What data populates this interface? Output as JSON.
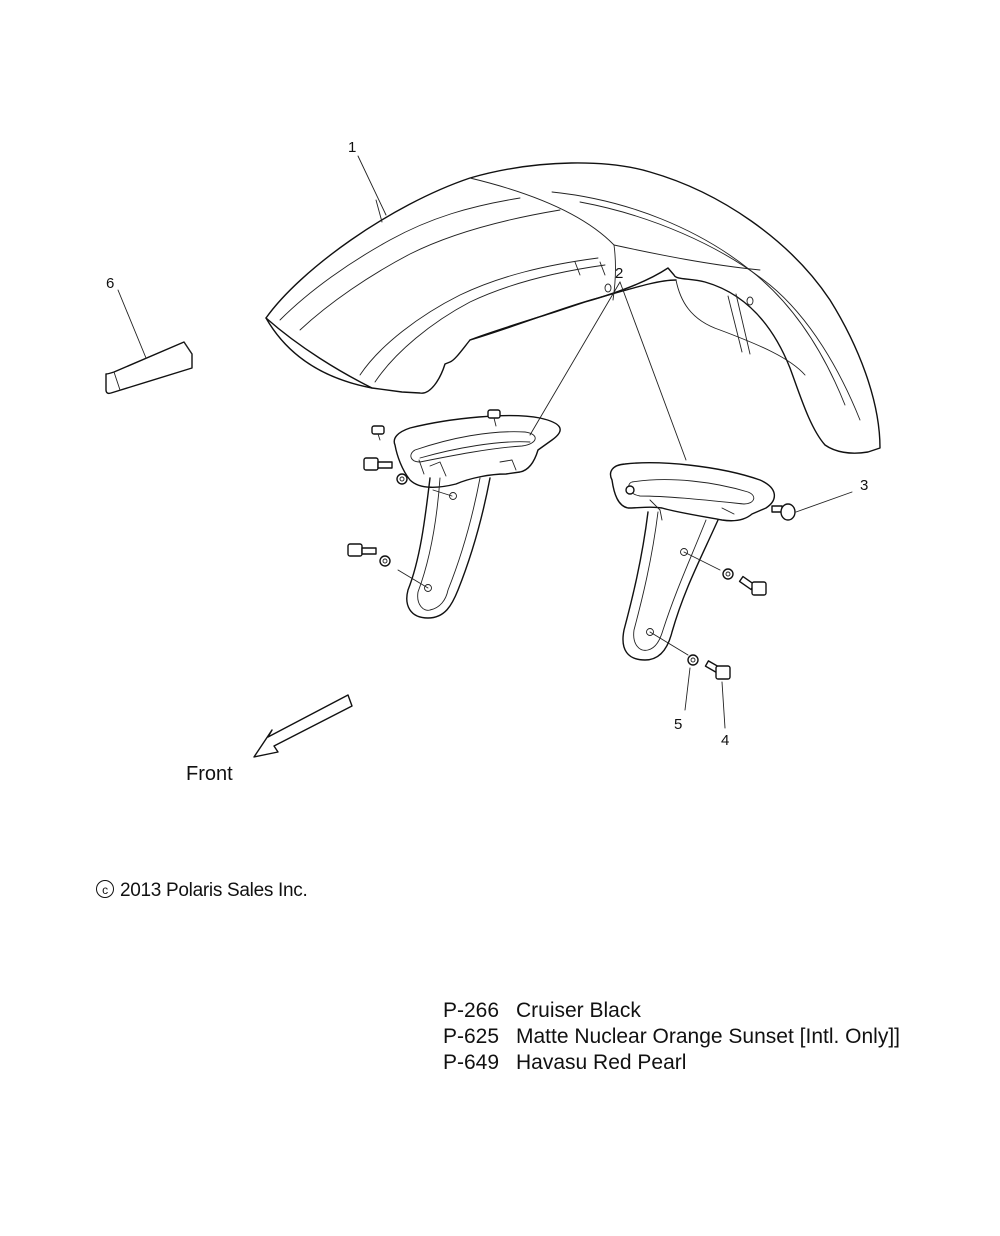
{
  "callouts": {
    "c1": "1",
    "c2": "2",
    "c3": "3",
    "c4": "4",
    "c5": "5",
    "c6": "6"
  },
  "direction_label": "Front",
  "copyright": {
    "symbol": "c",
    "text": "2013 Polaris Sales Inc."
  },
  "paint_codes": [
    {
      "code": "P-266",
      "name": "Cruiser Black"
    },
    {
      "code": "P-625",
      "name": "Matte Nuclear Orange Sunset [Intl. Only]]"
    },
    {
      "code": "P-649",
      "name": "Havasu Red Pearl"
    }
  ]
}
